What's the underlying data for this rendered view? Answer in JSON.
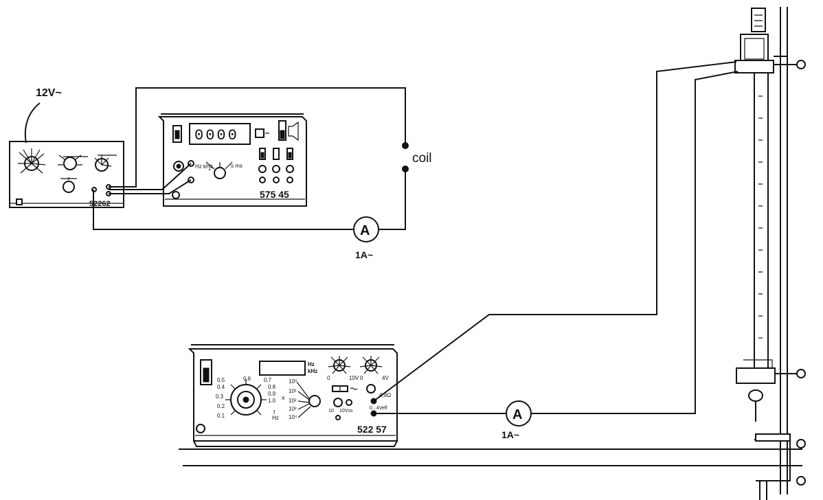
{
  "labels": {
    "supply_voltage": "12V~",
    "coil": "coil",
    "ammeter_symbol": "A",
    "ammeter_top_range": "1A~",
    "ammeter_bottom_range": "1A~"
  },
  "devices": {
    "power_supply": {
      "model": "52262"
    },
    "counter": {
      "model": "575 45",
      "display": "0000",
      "unit_left": "Hz kHz",
      "unit_right": "s ms"
    },
    "generator": {
      "model": "522 57",
      "display_unit_1": "Hz",
      "display_unit_2": "kHz",
      "dial_values": [
        "0.5",
        "0.4",
        "0.3",
        "0.2",
        "0.1",
        "0.6",
        "0.7",
        "0.8",
        "0.9",
        "1.0"
      ],
      "multiplier_values": [
        "10⁰",
        "10¹",
        "10²",
        "10³",
        "10⁴"
      ],
      "multiplier_symbol": "x",
      "dial_symbol": "f",
      "dial_unit": "Hz",
      "range_left": "0",
      "range_mid": "10V",
      "range_right": "0",
      "range_end": "4V",
      "output_label_1": "10",
      "output_label_2": "10Vss",
      "output_label_3": "4,9Ω",
      "output_label_4": "0...4Veff"
    }
  }
}
